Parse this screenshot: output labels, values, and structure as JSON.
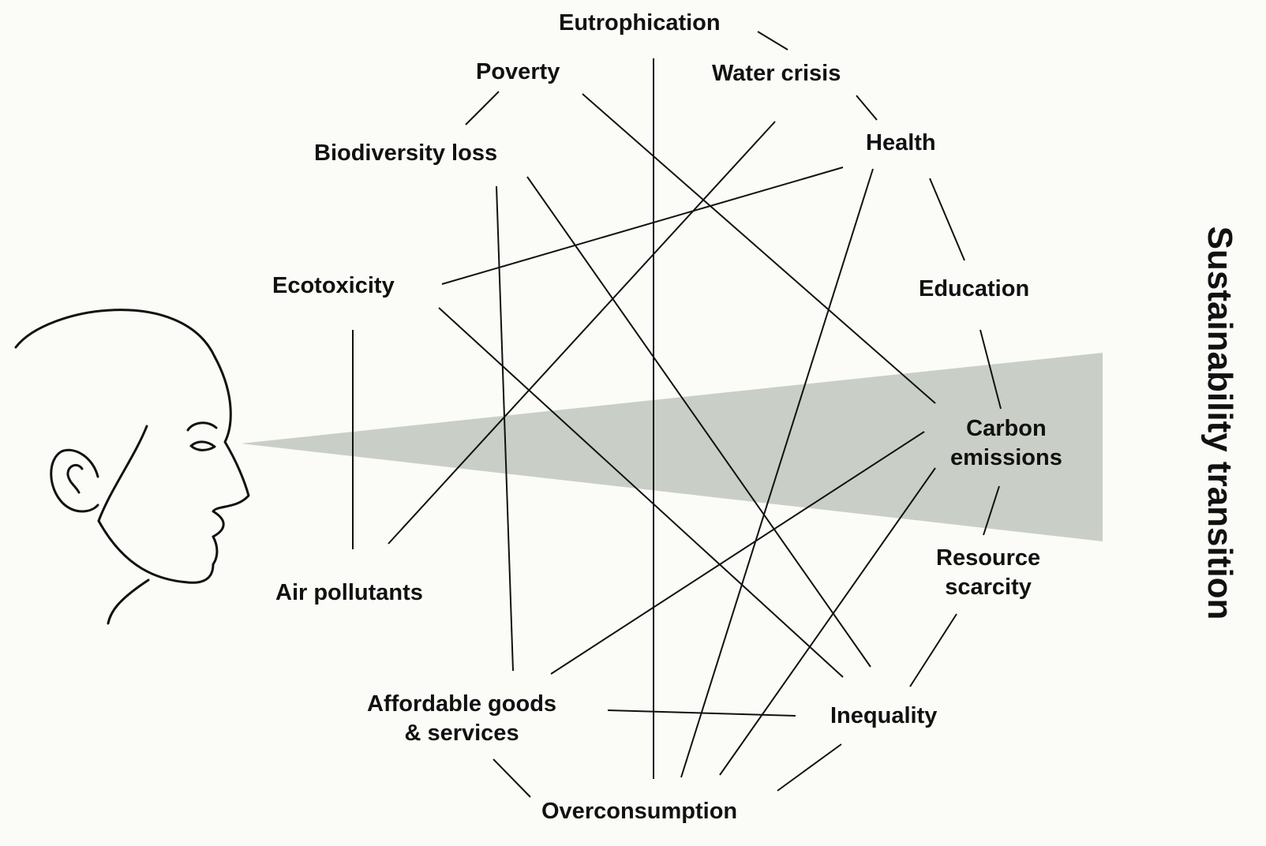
{
  "title": "Sustainability transition",
  "nodes": {
    "eutrophication": "Eutrophication",
    "poverty": "Poverty",
    "water_crisis": "Water crisis",
    "health": "Health",
    "biodiversity_loss": "Biodiversity loss",
    "ecotoxicity": "Ecotoxicity",
    "education": "Education",
    "carbon_emissions": [
      "Carbon",
      "emissions"
    ],
    "resource_scarcity": [
      "Resource",
      "scarcity"
    ],
    "air_pollutants": "Air pollutants",
    "affordable_goods": [
      "Affordable goods",
      "& services"
    ],
    "inequality": "Inequality",
    "overconsumption": "Overconsumption"
  },
  "connections": [
    [
      "eutrophication",
      "water_crisis"
    ],
    [
      "poverty",
      "biodiversity_loss"
    ],
    [
      "water_crisis",
      "health"
    ],
    [
      "health",
      "education"
    ],
    [
      "education",
      "carbon_emissions"
    ],
    [
      "carbon_emissions",
      "resource_scarcity"
    ],
    [
      "resource_scarcity",
      "inequality"
    ],
    [
      "inequality",
      "overconsumption"
    ],
    [
      "overconsumption",
      "affordable_goods"
    ],
    [
      "ecotoxicity",
      "air_pollutants"
    ],
    [
      "eutrophication",
      "overconsumption"
    ],
    [
      "poverty",
      "carbon_emissions"
    ],
    [
      "water_crisis",
      "air_pollutants"
    ],
    [
      "health",
      "ecotoxicity"
    ],
    [
      "health",
      "overconsumption"
    ],
    [
      "biodiversity_loss",
      "affordable_goods"
    ],
    [
      "biodiversity_loss",
      "inequality"
    ],
    [
      "ecotoxicity",
      "inequality"
    ],
    [
      "carbon_emissions",
      "affordable_goods"
    ],
    [
      "carbon_emissions",
      "overconsumption"
    ],
    [
      "affordable_goods",
      "inequality"
    ]
  ],
  "colors": {
    "background": "#fbfbf8",
    "beam": "#c9cfc6",
    "ink": "#111111"
  },
  "icons": [
    "human-head-profile-icon",
    "gaze-beam-icon"
  ]
}
